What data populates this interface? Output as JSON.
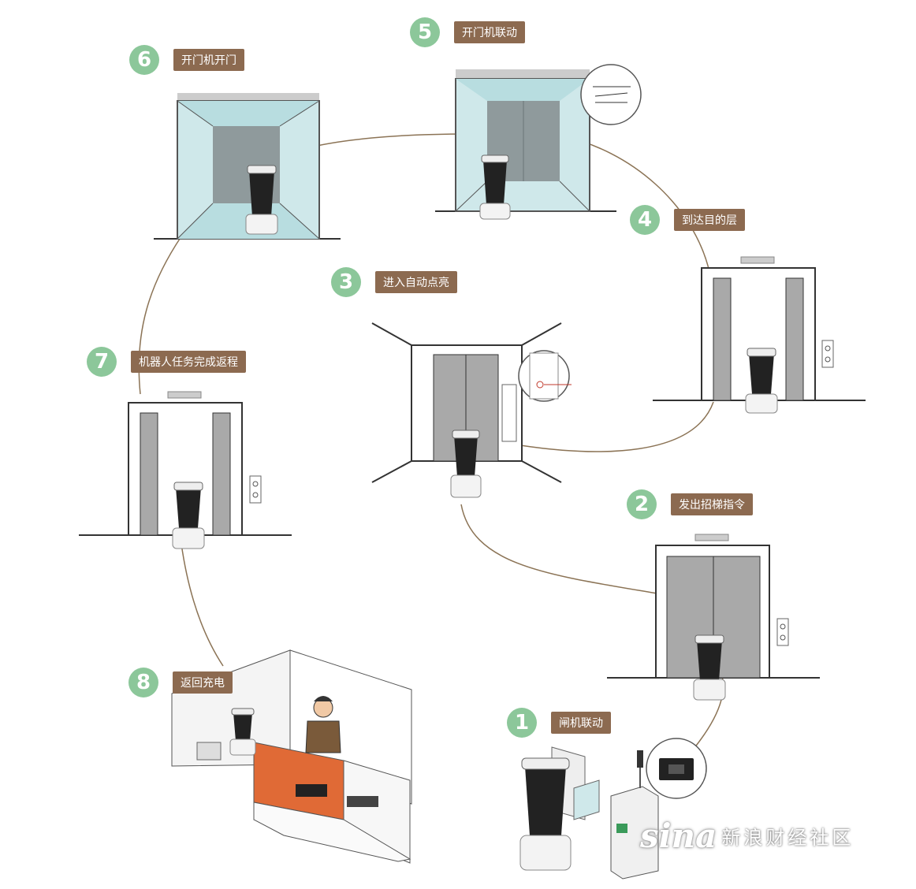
{
  "steps": [
    {
      "num": "1",
      "label": "闸机联动"
    },
    {
      "num": "2",
      "label": "发出招梯指令"
    },
    {
      "num": "3",
      "label": "进入自动点亮"
    },
    {
      "num": "4",
      "label": "到达目的层"
    },
    {
      "num": "5",
      "label": "开门机联动"
    },
    {
      "num": "6",
      "label": "开门机开门"
    },
    {
      "num": "7",
      "label": "机器人任务完成返程"
    },
    {
      "num": "8",
      "label": "返回充电"
    }
  ],
  "colors": {
    "step_circle": "#8cc79a",
    "step_label_bg": "#8c6a50",
    "path_line": "#8b7355",
    "door_gray": "#a9a9a9",
    "glass": "#cfe8ea",
    "desk_orange": "#e06a36"
  },
  "watermark": {
    "logo": "sina",
    "text": "新浪财经社区"
  }
}
